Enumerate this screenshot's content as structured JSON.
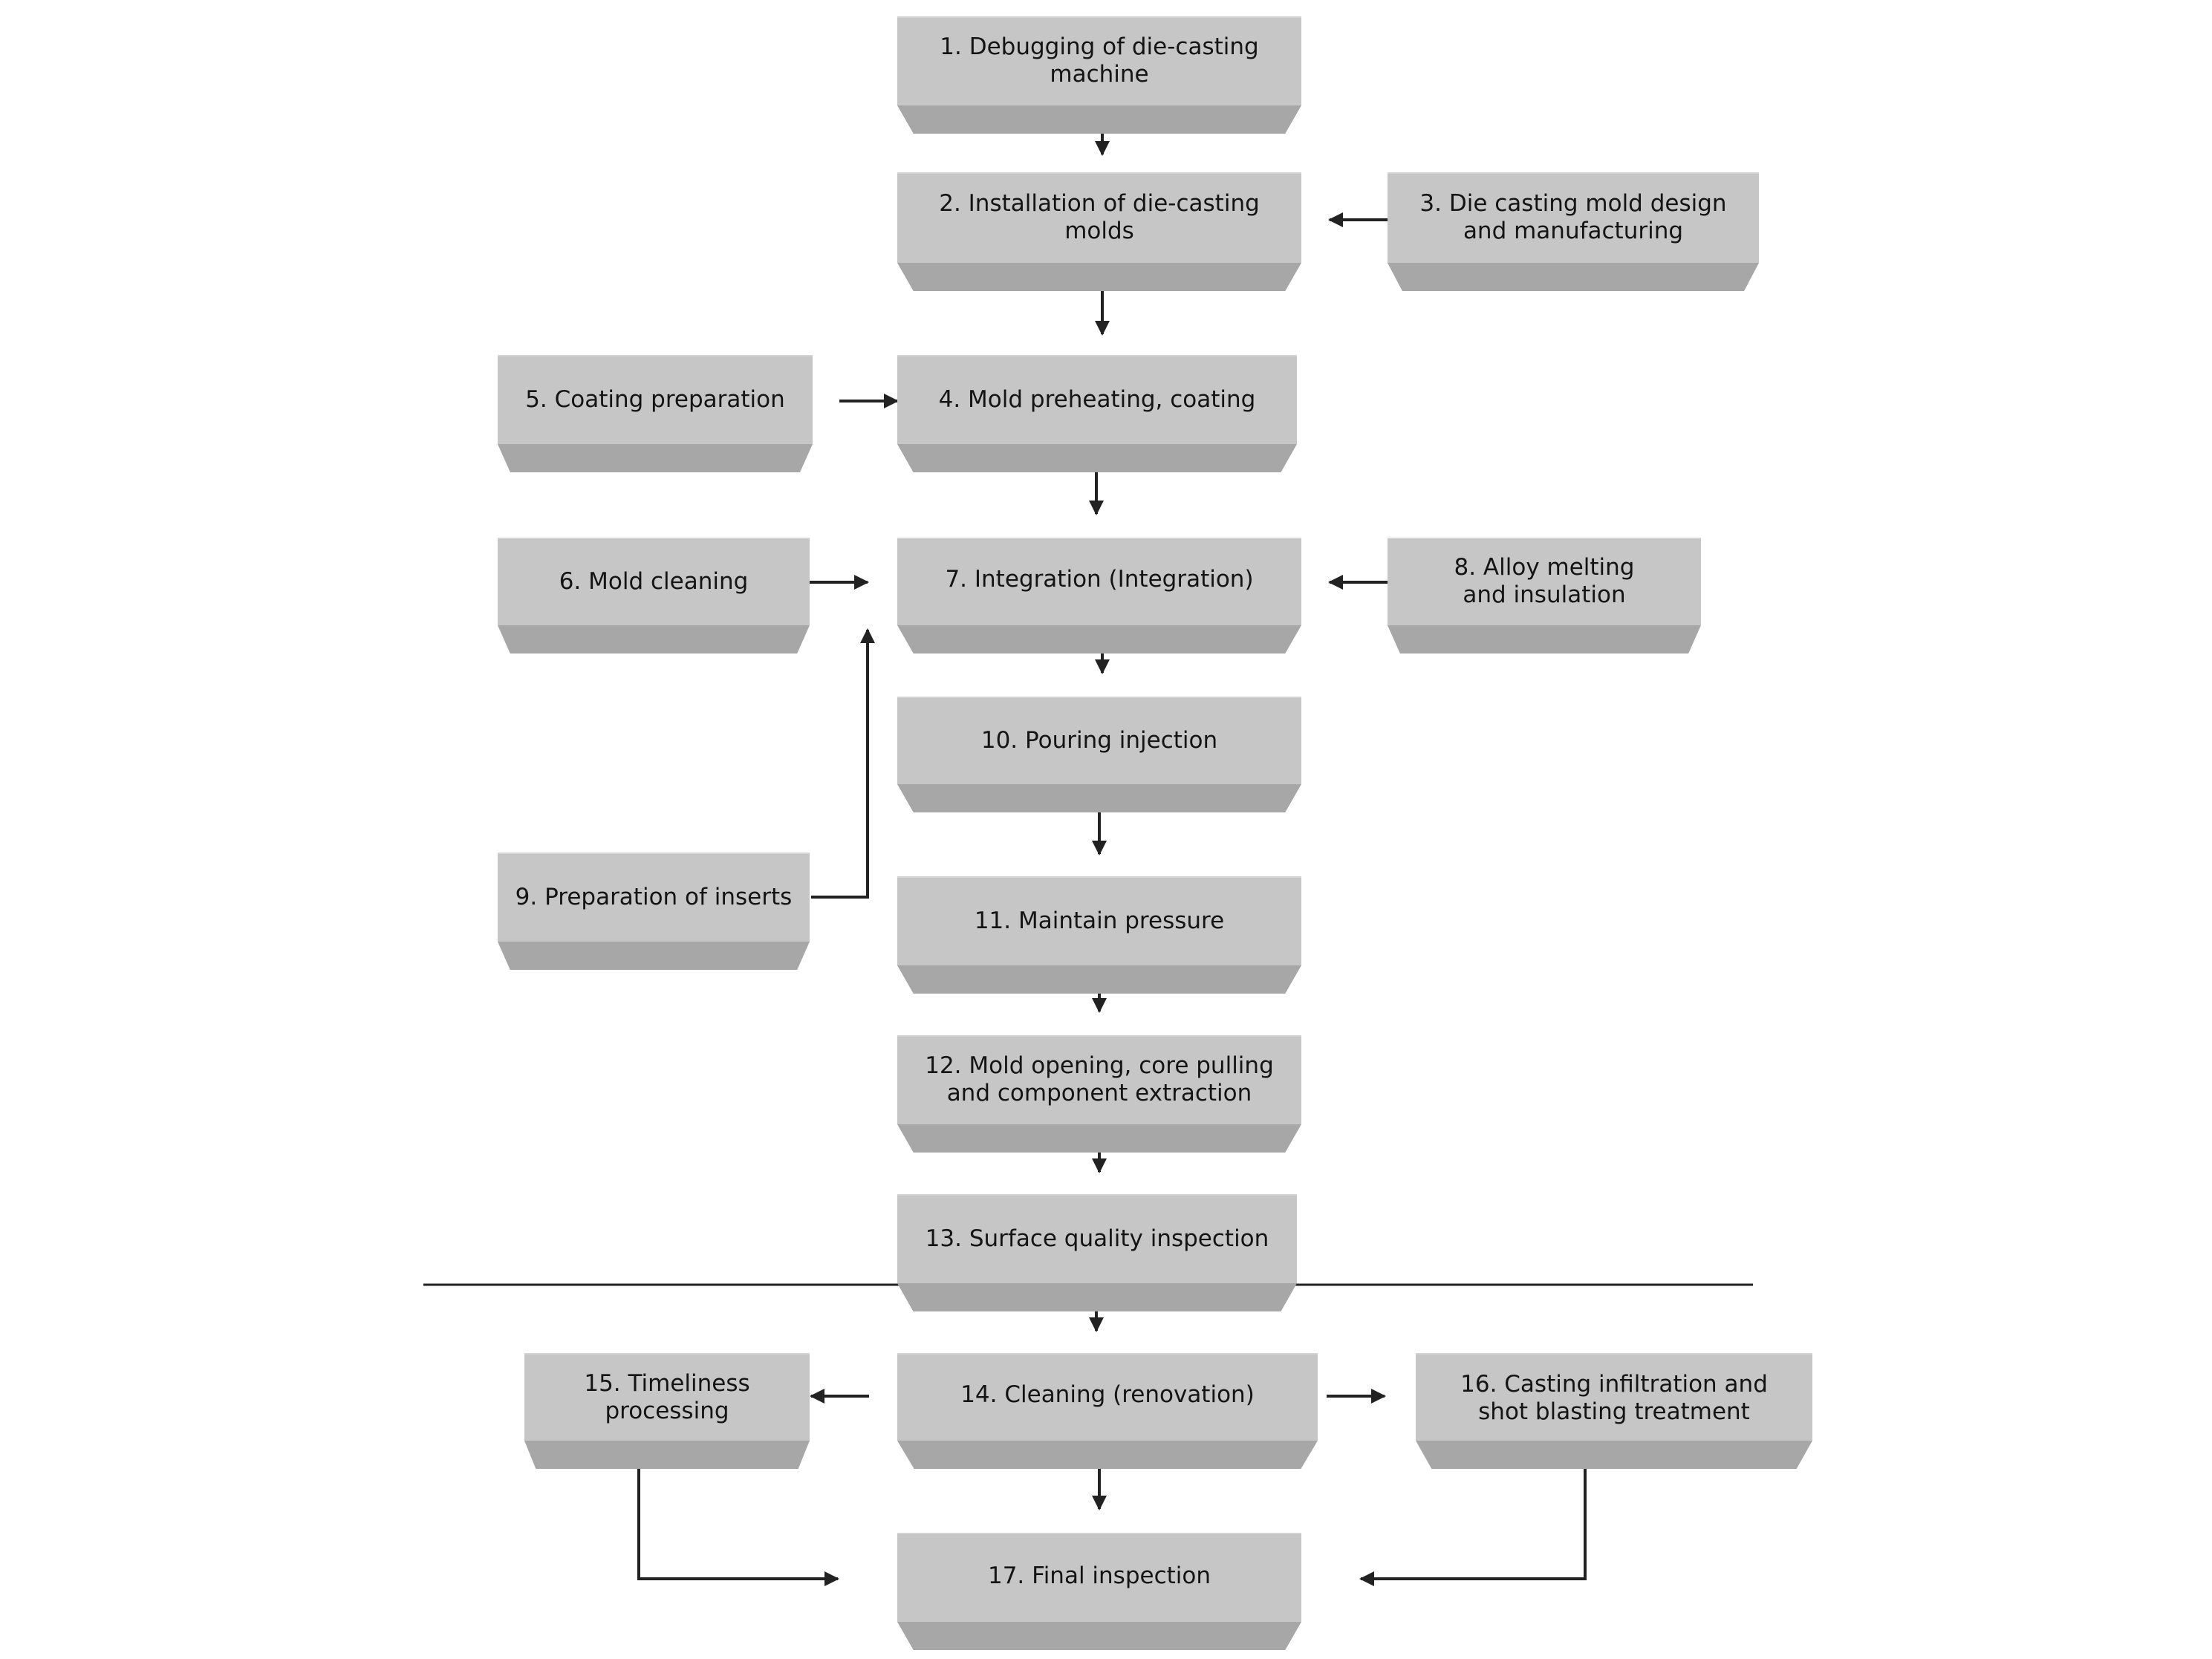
{
  "steps": {
    "s1": "1. Debugging of die-casting machine",
    "s2": "2. Installation of die-casting molds",
    "s3": "3. Die casting mold design\nand manufacturing",
    "s4": "4. Mold preheating, coating",
    "s5": "5. Coating preparation",
    "s6": "6. Mold cleaning",
    "s7": "7. Integration (Integration)",
    "s8": "8. Alloy melting\nand insulation",
    "s9": "9. Preparation of inserts",
    "s10": "10. Pouring injection",
    "s11": "11. Maintain pressure",
    "s12": "12. Mold opening, core pulling\nand component extraction",
    "s13": "13. Surface quality inspection",
    "s14": "14. Cleaning (renovation)",
    "s15": "15. Timeliness processing",
    "s16": "16. Casting infiltration and\nshot blasting treatment",
    "s17": "17. Final inspection"
  },
  "colors": {
    "box_face": "#c6c6c6",
    "box_bevel": "#a7a7a7",
    "line": "#222222"
  }
}
